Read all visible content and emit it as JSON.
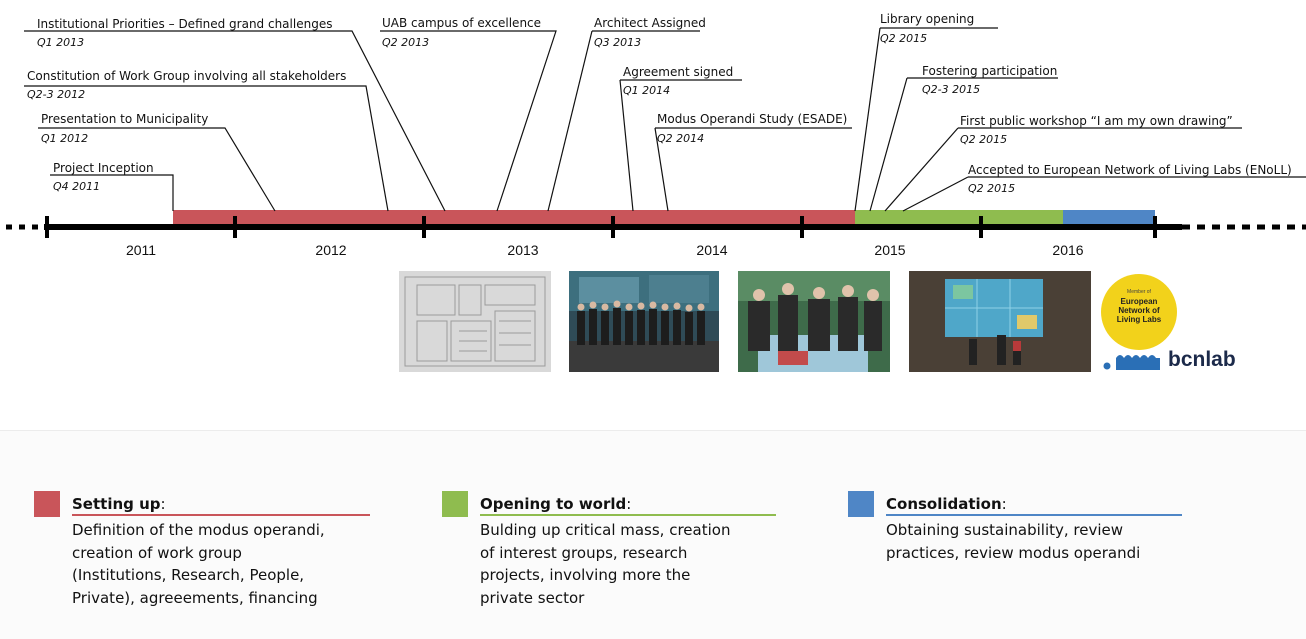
{
  "colors": {
    "setting_up": "#c9555a",
    "opening": "#8fbc4f",
    "consolidation": "#4f86c6",
    "axis": "#000000",
    "badge_yellow": "#f2d21b",
    "logo_blue": "#2a6fb6"
  },
  "years": [
    "2011",
    "2012",
    "2013",
    "2014",
    "2015",
    "2016"
  ],
  "events": [
    {
      "title": "Institutional Priorities – Defined grand challenges",
      "date": "Q1 2013"
    },
    {
      "title": "UAB campus of excellence",
      "date": "Q2 2013"
    },
    {
      "title": "Architect Assigned",
      "date": "Q3 2013"
    },
    {
      "title": "Constitution of Work Group involving all stakeholders",
      "date": "Q2-3 2012"
    },
    {
      "title": "Agreement signed",
      "date": "Q1 2014"
    },
    {
      "title": "Presentation to Municipality",
      "date": "Q1 2012"
    },
    {
      "title": "Modus Operandi Study (ESADE)",
      "date": "Q2 2014"
    },
    {
      "title": "Project Inception",
      "date": "Q4 2011"
    },
    {
      "title": "Library opening",
      "date": "Q2 2015"
    },
    {
      "title": "Fostering participation",
      "date": "Q2-3 2015"
    },
    {
      "title": "First public workshop “I am my own drawing”",
      "date": "Q2 2015"
    },
    {
      "title": "Accepted to European Network of Living Labs (ENoLL)",
      "date": "Q2 2015"
    }
  ],
  "photos": [
    {
      "icon": "floor-plan-image"
    },
    {
      "icon": "group-photo-image"
    },
    {
      "icon": "workshop-photo-image"
    },
    {
      "icon": "video-wall-photo-image"
    }
  ],
  "badge": {
    "small_text": "Member of",
    "big_text": "European\nNetwork of\nLiving Labs"
  },
  "logo": {
    "text": "bcnlab"
  },
  "phases": [
    {
      "title": "Setting up",
      "colon": ":",
      "color": "#c9555a",
      "description": "Definition of the modus operandi,\ncreation of work group\n(Institutions, Research, People,\nPrivate), agreeements, financing"
    },
    {
      "title": "Opening to world",
      "colon": ":",
      "color": "#8fbc4f",
      "description": "Bulding up critical mass, creation\nof interest groups, research\nprojects, involving more the\nprivate sector"
    },
    {
      "title": "Consolidation",
      "colon": ":",
      "color": "#4f86c6",
      "description": "Obtaining sustainability, review\npractices, review modus operandi"
    }
  ]
}
